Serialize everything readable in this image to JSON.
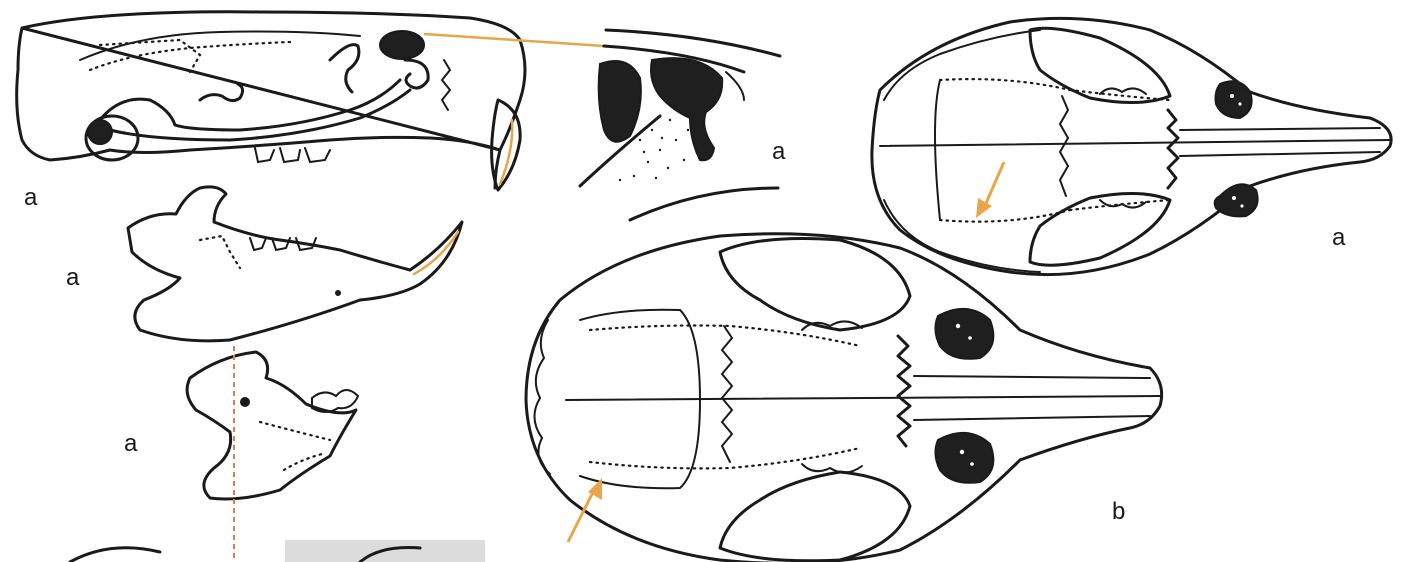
{
  "figure": {
    "labels": {
      "lateral_skull": "a",
      "tympanic_detail": "a",
      "mandible": "a",
      "mandible_small": "a",
      "dorsal_skull_a": "a",
      "dorsal_skull_b": "b"
    },
    "colors": {
      "ink": "#1a1a1a",
      "accent": "#e8a64a",
      "pointer_dashed": "#e07a50",
      "background": "#ffffff"
    }
  }
}
